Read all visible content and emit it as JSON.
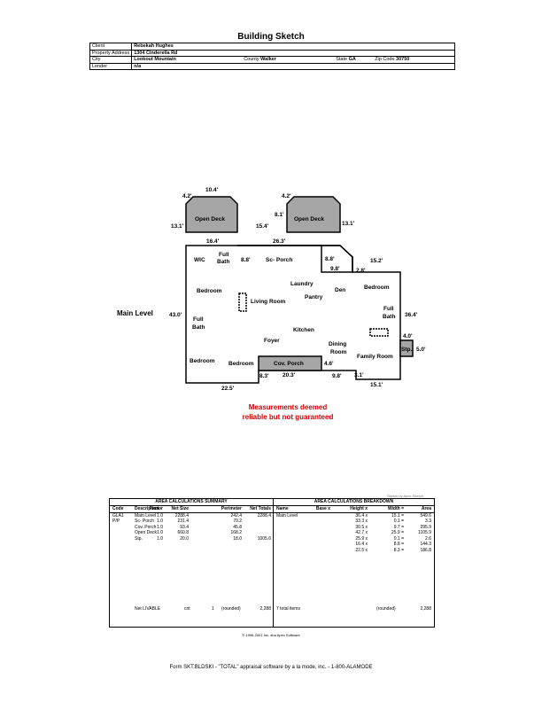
{
  "title": "Building Sketch",
  "info": {
    "client_label": "Client",
    "client": "Rebekah Hughes",
    "address_label": "Property Address",
    "address": "1304 Cinderella Rd",
    "city_label": "City",
    "city": "Lookout Mountain",
    "county_label": "County",
    "county": "Walker",
    "state_label": "State",
    "state": "GA",
    "zip_label": "Zip Code",
    "zip": "30750",
    "lender_label": "Lender",
    "lender": "n/a"
  },
  "sketch": {
    "level_label": "Main Level",
    "rooms": {
      "open_deck_left": "Open Deck",
      "open_deck_right": "Open Deck",
      "sc_porch": "Sc- Porch",
      "wic": "WIC",
      "full": "Full",
      "bath": "Bath",
      "bedroom": "Bedroom",
      "laundry": "Laundry",
      "pantry": "Pantry",
      "den": "Den",
      "living_room": "Living Room",
      "kitchen": "Kitchen",
      "foyer": "Foyer",
      "dining": "Dining",
      "room": "Room",
      "family_room": "Family Room",
      "cov_porch": "Cov. Porch",
      "stp": "Stp."
    },
    "dims": {
      "d1": "4.2'",
      "d2": "10.4'",
      "d3": "4.2'",
      "d4": "13.1'",
      "d5": "8.1'",
      "d6": "15.4'",
      "d7": "13.1'",
      "d8": "16.4'",
      "d9": "26.3'",
      "d10": "8.8'",
      "d11": "8.8'",
      "d12": "9.8'",
      "d13": "2.8'",
      "d14": "15.2'",
      "d15": "43.0'",
      "d16": "36.4'",
      "d17": "4.0'",
      "d18": "5.0'",
      "d19": "4.6'",
      "d20": "8.3'",
      "d21": "20.3'",
      "d22": "9.8'",
      "d23": "3.1'",
      "d24": "22.5'",
      "d25": "15.1'"
    }
  },
  "disclaimer": [
    "Measurements deemed",
    "reliable but not guaranteed"
  ],
  "sketch_by": "Sketch by Apex Sketch",
  "summary": {
    "title": "AREA CALCULATIONS SUMMARY",
    "headers": [
      "Code",
      "Description",
      "Factor",
      "Net Size",
      "Perimeter",
      "Net Totals"
    ],
    "rows": [
      [
        "GLA1",
        "Main Level",
        "1.0",
        "2288.4",
        "242.4",
        "2288.4"
      ],
      [
        "P/P",
        "Sc- Porch",
        "1.0",
        "231.4",
        "70.2",
        ""
      ],
      [
        "",
        "Cov. Porch",
        "1.0",
        "93.4",
        "45.8",
        ""
      ],
      [
        "",
        "Open Deck",
        "1.0",
        "660.8",
        "168.2",
        ""
      ],
      [
        "",
        "Stp.",
        "1.0",
        "20.0",
        "18.0",
        "1005.6"
      ]
    ],
    "footer": {
      "label": "Net LIVABLE",
      "cnt": "cnt",
      "count": "1",
      "rounded": "(rounded)",
      "total": "2,288"
    }
  },
  "breakdown": {
    "title": "AREA CALCULATIONS BREAKDOWN",
    "headers": [
      "Name",
      "Base  x",
      "Height  x",
      "Width  =",
      "Area"
    ],
    "rows": [
      [
        "Main Level",
        "",
        "36.4  x",
        "15.1  =",
        "549.6"
      ],
      [
        "",
        "",
        "33.3  x",
        "0.1  =",
        "3.3"
      ],
      [
        "",
        "",
        "30.5  x",
        "9.7  =",
        "295.9"
      ],
      [
        "",
        "",
        "42.7  x",
        "25.9  =",
        "1105.9"
      ],
      [
        "",
        "",
        "25.9  x",
        "0.1  =",
        "2.6"
      ],
      [
        "",
        "",
        "16.4  x",
        "8.8  =",
        "144.3"
      ],
      [
        "",
        "",
        "22.5  x",
        "8.3  =",
        "186.8"
      ]
    ],
    "footer": {
      "label": "7 total items",
      "rounded": "(rounded)",
      "total": "2,288"
    }
  },
  "copyright": "© 1996-2001 Inc. dba Apex Software",
  "form_footer": "Form SKT.BLDSKI - \"TOTAL\" appraisal software by a la mode, inc. - 1-800-ALAMODE"
}
